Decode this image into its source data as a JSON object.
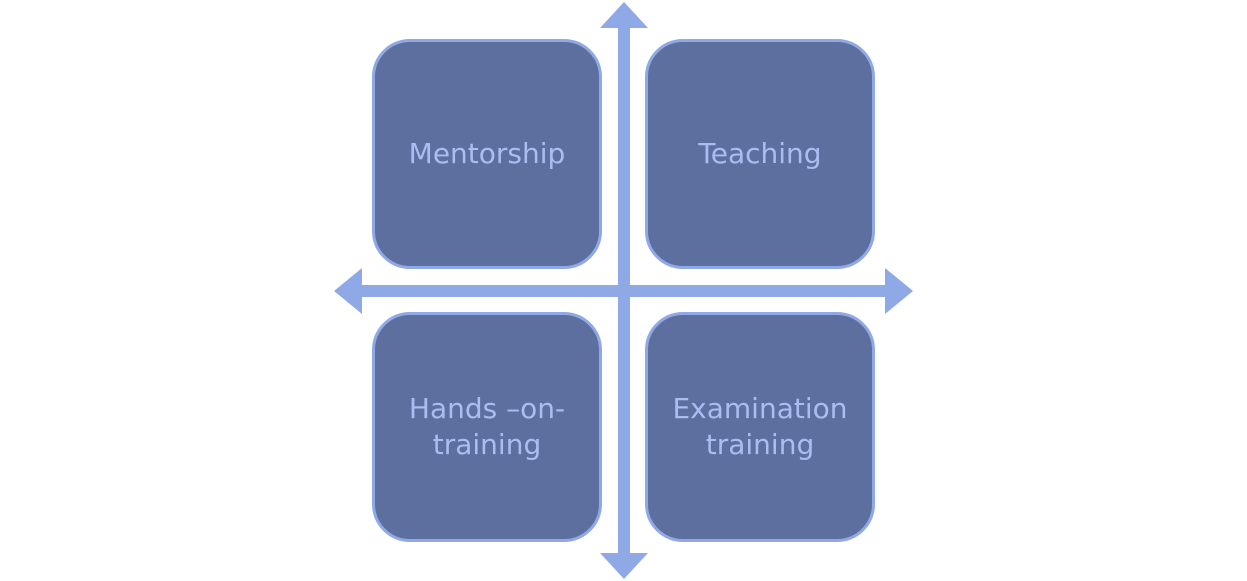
{
  "diagram": {
    "quadrants": {
      "top_left": "Mentorship",
      "top_right": "Teaching",
      "bottom_left": "Hands –on-\ntraining",
      "bottom_right": "Examination\ntraining"
    },
    "colors": {
      "box_fill": "#5d6f9e",
      "box_border": "#8fa8e6",
      "label_text": "#a9bdf2",
      "axis": "#8fa8e6"
    }
  }
}
